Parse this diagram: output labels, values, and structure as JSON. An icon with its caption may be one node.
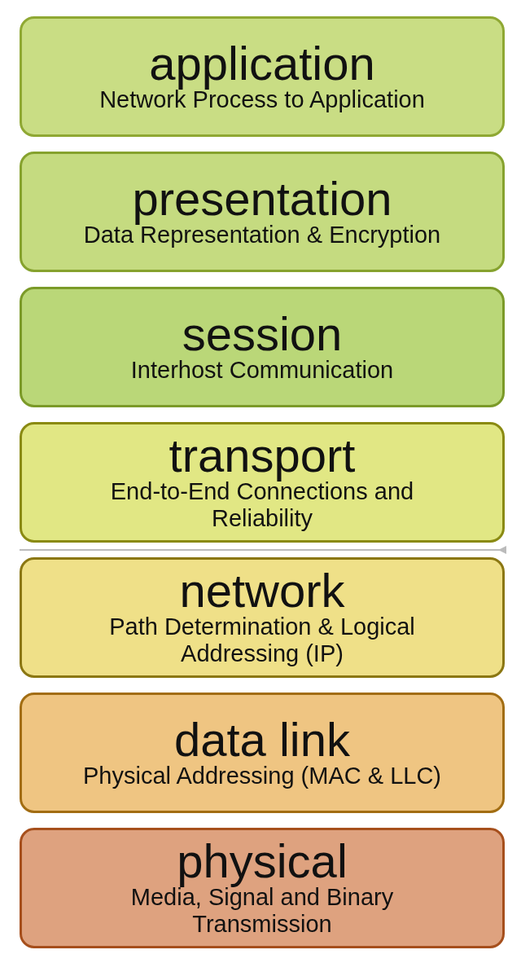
{
  "diagram": {
    "nodes": [
      {
        "text": [
          "application",
          "Network Process to Application"
        ]
      },
      {
        "text": [
          "presentation",
          "Data Representation & Encryption"
        ]
      },
      {
        "text": [
          "session",
          "Interhost Communication"
        ]
      },
      {
        "text": [
          "transport",
          "End-to-End Connections and Reliability"
        ]
      },
      {
        "text": [
          "network",
          "Path Determination & Logical Addressing (IP)"
        ]
      },
      {
        "text": [
          "data link",
          "Physical Addressing (MAC & LLC)"
        ]
      },
      {
        "text": [
          "physical",
          "Media, Signal and Binary Transmission"
        ]
      }
    ]
  }
}
